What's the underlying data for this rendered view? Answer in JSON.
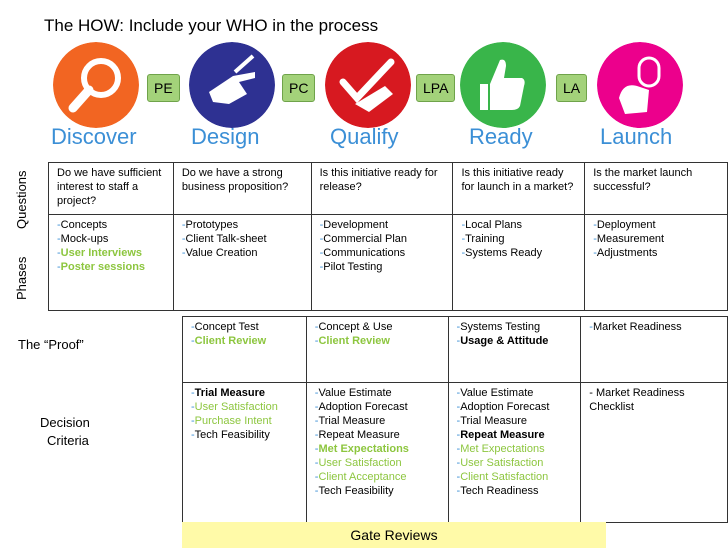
{
  "title": "The HOW: Include your WHO in the process",
  "icons": [
    {
      "name": "magnifier-icon",
      "color": "#f26522"
    },
    {
      "name": "pointing-hand-icon",
      "color": "#2e3192"
    },
    {
      "name": "checkmark-hand-icon",
      "color": "#d71920"
    },
    {
      "name": "thumbs-up-icon",
      "color": "#39b54a"
    },
    {
      "name": "mouse-hand-icon",
      "color": "#ec008c"
    }
  ],
  "badges": [
    "PE",
    "PC",
    "LPA",
    "LA"
  ],
  "phases": [
    "Discover",
    "Design",
    "Qualify",
    "Ready",
    "Launch"
  ],
  "left_labels": {
    "questions": "Questions",
    "phases": "Phases",
    "proof": "The “Proof”",
    "decision_line1": "Decision",
    "decision_line2": "Criteria"
  },
  "questions": [
    "Do we have sufficient interest to staff a project?",
    "Do we have a strong business proposition?",
    "Is this initiative ready for release?",
    "Is this initiative ready for launch in a market?",
    "Is the market launch successful?"
  ],
  "phase_items": [
    [
      {
        "t": "Concepts",
        "s": ""
      },
      {
        "t": "Mock-ups",
        "s": ""
      },
      {
        "t": "User Interviews",
        "s": "green"
      },
      {
        "t": "Poster sessions",
        "s": "green"
      }
    ],
    [
      {
        "t": "Prototypes",
        "s": ""
      },
      {
        "t": "Client Talk-sheet",
        "s": ""
      },
      {
        "t": "Value Creation",
        "s": ""
      }
    ],
    [
      {
        "t": "Development",
        "s": ""
      },
      {
        "t": "Commercial Plan",
        "s": ""
      },
      {
        "t": "Communications",
        "s": ""
      },
      {
        "t": "Pilot Testing",
        "s": ""
      }
    ],
    [
      {
        "t": "Local Plans",
        "s": ""
      },
      {
        "t": "Training",
        "s": ""
      },
      {
        "t": "Systems Ready",
        "s": ""
      }
    ],
    [
      {
        "t": "Deployment",
        "s": ""
      },
      {
        "t": "Measurement",
        "s": ""
      },
      {
        "t": "Adjustments",
        "s": ""
      }
    ]
  ],
  "proof": [
    [
      {
        "t": "Concept Test",
        "s": ""
      },
      {
        "t": "Client Review",
        "s": "green"
      }
    ],
    [
      {
        "t": "Concept & Use",
        "s": ""
      },
      {
        "t": "Client Review",
        "s": "green"
      }
    ],
    [
      {
        "t": "Systems Testing",
        "s": ""
      },
      {
        "t": "Usage & Attitude",
        "s": "bold"
      }
    ],
    [
      {
        "t": "Market Readiness",
        "s": ""
      }
    ]
  ],
  "decision": [
    [
      {
        "t": "Trial Measure",
        "s": "bold"
      },
      {
        "t": "User Satisfaction",
        "s": "greenn"
      },
      {
        "t": "Purchase Intent",
        "s": "greenn"
      },
      {
        "t": "Tech Feasibility",
        "s": ""
      }
    ],
    [
      {
        "t": "Value Estimate",
        "s": ""
      },
      {
        "t": "Adoption Forecast",
        "s": ""
      },
      {
        "t": "Trial Measure",
        "s": ""
      },
      {
        "t": "Repeat Measure",
        "s": ""
      },
      {
        "t": "Met Expectations",
        "s": "green"
      },
      {
        "t": "User Satisfaction",
        "s": "greenn"
      },
      {
        "t": "Client Acceptance",
        "s": "greenn"
      },
      {
        "t": "Tech Feasibility",
        "s": ""
      }
    ],
    [
      {
        "t": "Value Estimate",
        "s": ""
      },
      {
        "t": "Adoption Forecast",
        "s": ""
      },
      {
        "t": "Trial Measure",
        "s": ""
      },
      {
        "t": "Repeat Measure",
        "s": "bold"
      },
      {
        "t": "Met Expectations",
        "s": "greenn"
      },
      {
        "t": "User Satisfaction",
        "s": "greenn"
      },
      {
        "t": "Client Satisfaction",
        "s": "greenn"
      },
      {
        "t": "Tech Readiness",
        "s": ""
      }
    ],
    [
      {
        "t": "- Market Readiness Checklist",
        "s": "plain"
      }
    ]
  ],
  "gate": "Gate Reviews"
}
